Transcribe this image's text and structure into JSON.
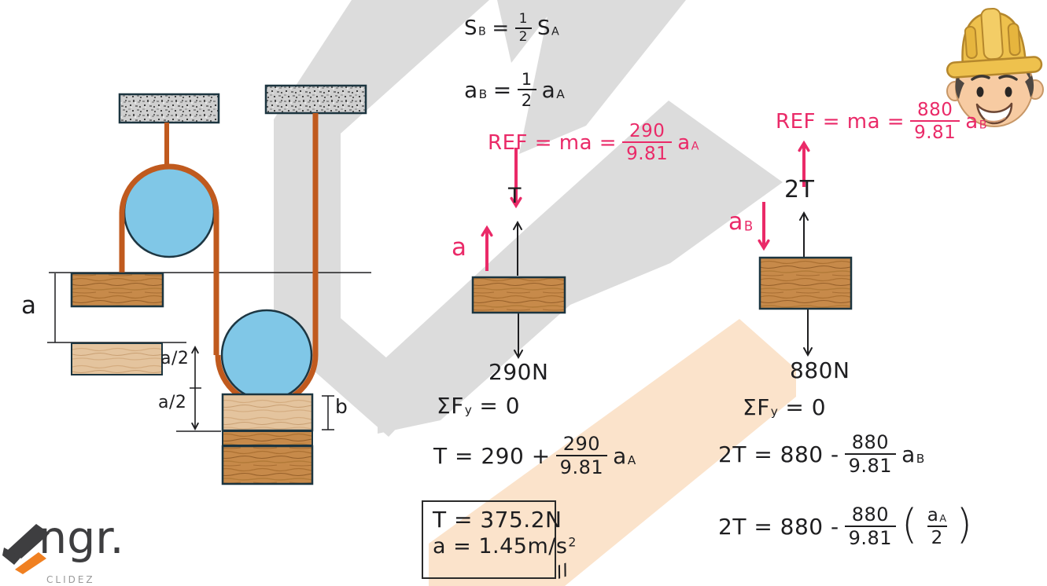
{
  "colors": {
    "ink": "#1e1e20",
    "accent_pink": "#ea2a68",
    "rope": "#c05a1e",
    "pulley_fill": "#80c7e7",
    "outline": "#1c3540",
    "wood": "#c78a4a",
    "wood_light": "#e4c49e",
    "granite": "#cfcfcf",
    "watermark_gray": "#dcdcdc",
    "watermark_orange": "#fbe3cb",
    "logo_dark": "#3e3e40",
    "logo_orange": "#f08021",
    "hat_yellow": "#eec14d"
  },
  "kinematics": {
    "eq_s": {
      "lhs": "S",
      "lhs_sub": "B",
      "rel": "=",
      "num": "1",
      "den": "2",
      "rhs": "S",
      "rhs_sub": "A"
    },
    "eq_a": {
      "lhs": "a",
      "lhs_sub": "B",
      "rel": "=",
      "num": "1",
      "den": "2",
      "rhs": "a",
      "rhs_sub": "A"
    }
  },
  "diagram": {
    "dim_a": "a",
    "dim_a2_upper": "a/2",
    "dim_a2_lower": "a/2",
    "dim_b": "b"
  },
  "fbd_a": {
    "ref_lead": "REF = ma =",
    "ref_num": "290",
    "ref_den": "9.81",
    "ref_var": "a",
    "ref_var_sub": "A",
    "accel": "a",
    "tension": "T",
    "weight": "290N",
    "sum_lhs": "ΣF",
    "sum_sub": "y",
    "sum_rhs": "= 0",
    "eq_lead": "T = 290 +",
    "eq_num": "290",
    "eq_den": "9.81",
    "eq_var": "a",
    "eq_var_sub": "A",
    "result_t": "T = 375.2N",
    "result_a": "a = 1.45m/s",
    "result_a_sup": "2",
    "check_mark": "//"
  },
  "fbd_b": {
    "ref_lead": "REF = ma =",
    "ref_num": "880",
    "ref_den": "9.81",
    "ref_var": "a",
    "ref_var_sub": "B",
    "accel": "a",
    "accel_sub": "B",
    "tension": "2T",
    "weight": "880N",
    "sum_lhs": "ΣF",
    "sum_sub": "y",
    "sum_rhs": "= 0",
    "eq1_lead": "2T = 880 -",
    "eq1_num": "880",
    "eq1_den": "9.81",
    "eq1_var": "a",
    "eq1_var_sub": "B",
    "eq2_lead": "2T = 880 -",
    "eq2_num": "880",
    "eq2_den": "9.81",
    "eq2_open": "(",
    "eq2_pnum": "a",
    "eq2_pnum_sub": "A",
    "eq2_pden": "2",
    "eq2_close": ")"
  },
  "logo": {
    "wordmark": "ngr.",
    "tagline": "CLIDEZ"
  }
}
